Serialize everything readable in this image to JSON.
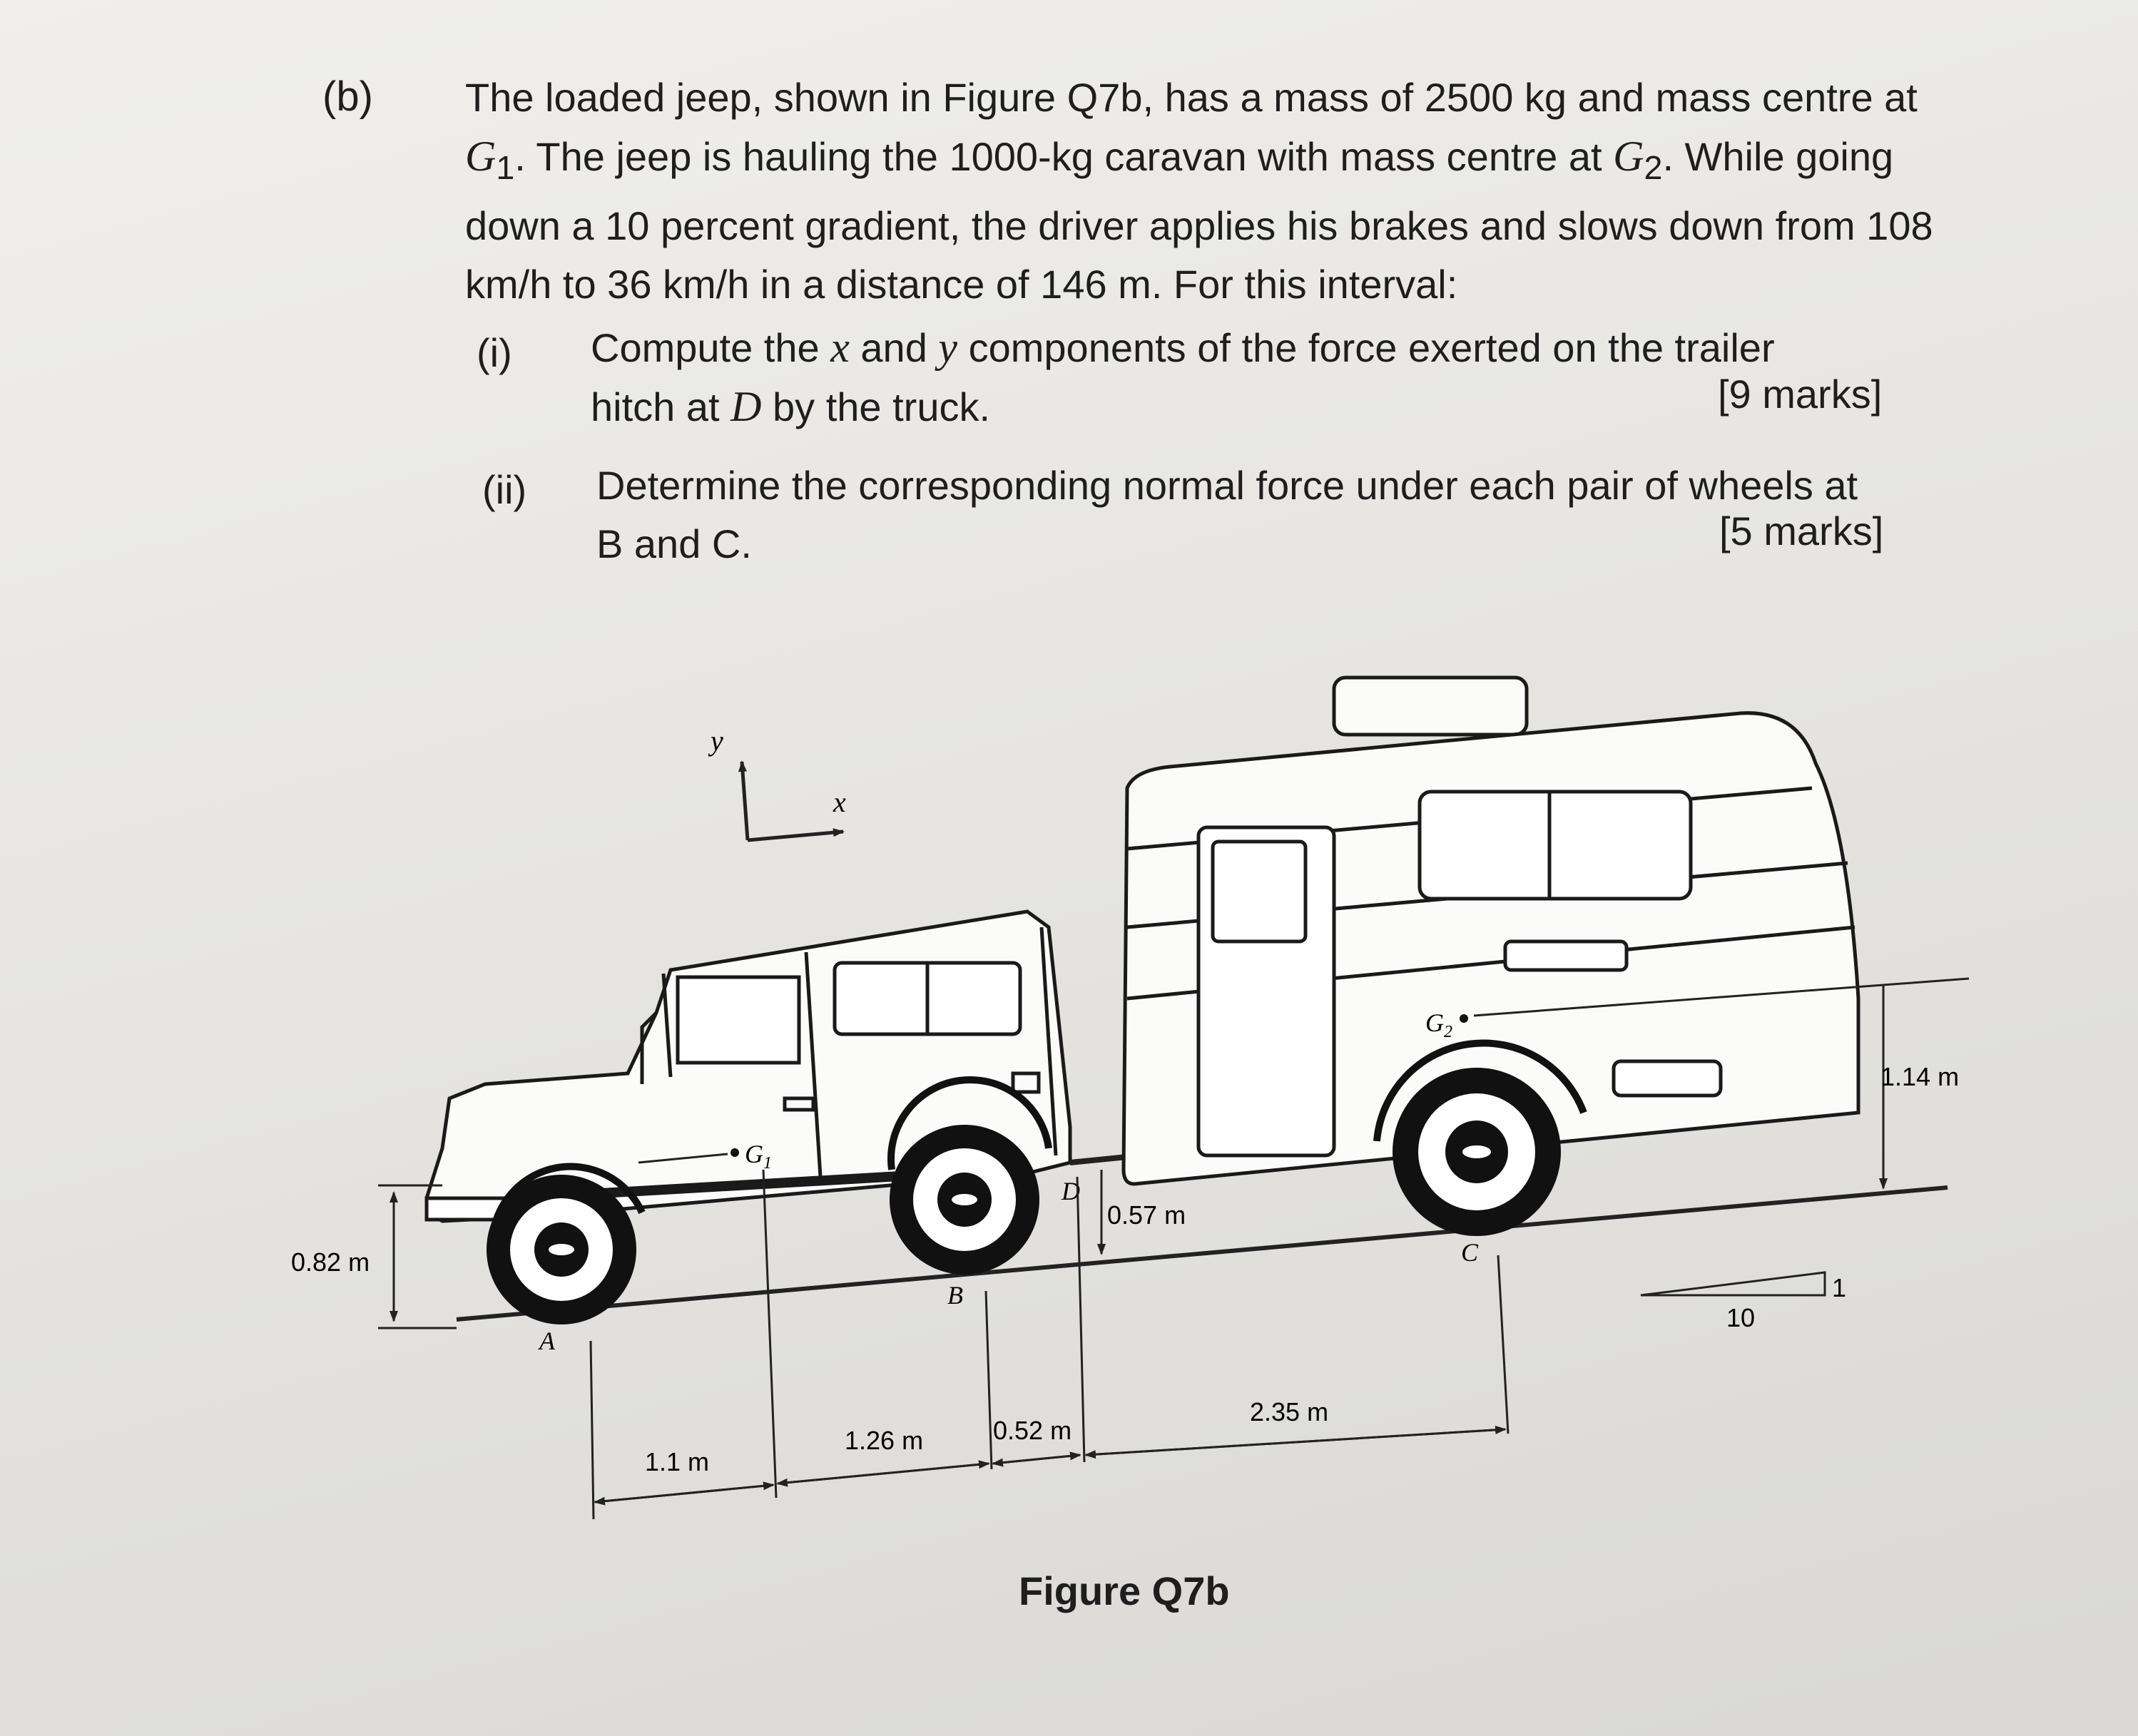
{
  "question": {
    "label": "(b)",
    "paragraph": {
      "t1": "The loaded jeep, shown in Figure Q7b, has a mass of 2500 kg and mass centre at ",
      "g1": "G",
      "g1_sub": "1",
      "t2": ". The jeep is hauling the 1000-kg caravan with mass centre at ",
      "g2": "G",
      "g2_sub": "2",
      "t3": ". While going down a 10 percent gradient, the driver applies his brakes and slows down from 108 km/h to 36 km/h in a distance of 146 m. For this interval:"
    },
    "parts": [
      {
        "num": "(i)",
        "t1": "Compute the ",
        "x": "x",
        "t2": " and ",
        "y": "y",
        "t3": " components of the force exerted on the trailer",
        "t4": "hitch at ",
        "d": "D",
        "t5": " by the truck.",
        "marks": "[9 marks]"
      },
      {
        "num": "(ii)",
        "line1": "Determine the corresponding normal force under each pair of wheels at",
        "line2": "B and C.",
        "marks": "[5 marks]"
      }
    ]
  },
  "figure": {
    "caption": "Figure Q7b",
    "axis_x": "x",
    "axis_y": "y",
    "points": {
      "A": "A",
      "B": "B",
      "C": "C",
      "D": "D",
      "G1": "G",
      "G1_sub": "1",
      "G2": "G",
      "G2_sub": "2"
    },
    "dimensions": {
      "h_g1": "0.82 m",
      "h_hitch": "0.57 m",
      "h_g2": "1.14 m",
      "d_ag1": "1.1 m",
      "d_g1b": "1.26 m",
      "d_bd": "0.52 m",
      "d_dc": "2.35 m"
    },
    "slope": {
      "rise": "1",
      "run": "10"
    }
  }
}
